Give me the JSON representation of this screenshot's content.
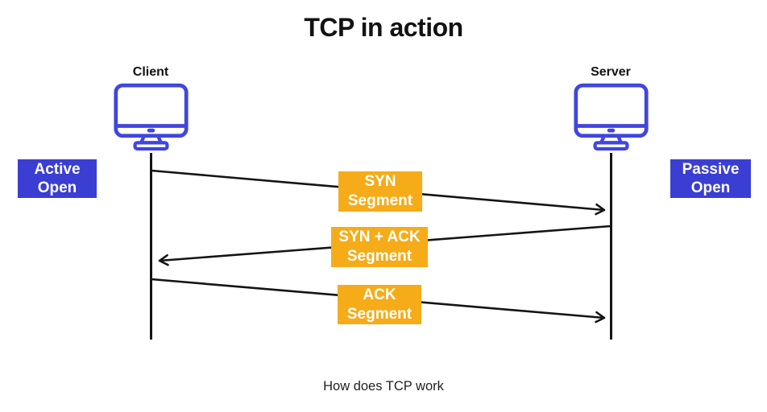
{
  "title": "TCP in action",
  "caption": "How does TCP work",
  "client": {
    "label": "Client",
    "state_line1": "Active",
    "state_line2": "Open"
  },
  "server": {
    "label": "Server",
    "state_line1": "Passive",
    "state_line2": "Open"
  },
  "messages": [
    {
      "line1": "SYN",
      "line2": "Segment",
      "from": "Client",
      "to": "Server"
    },
    {
      "line1": "SYN + ACK",
      "line2": "Segment",
      "from": "Server",
      "to": "Client"
    },
    {
      "line1": "ACK",
      "line2": "Segment",
      "from": "Client",
      "to": "Server"
    }
  ],
  "colors": {
    "badge_blue": "#3b3ed3",
    "icon_blue": "#4046dd",
    "segment_yellow": "#f5ac18",
    "line_black": "#141414"
  }
}
